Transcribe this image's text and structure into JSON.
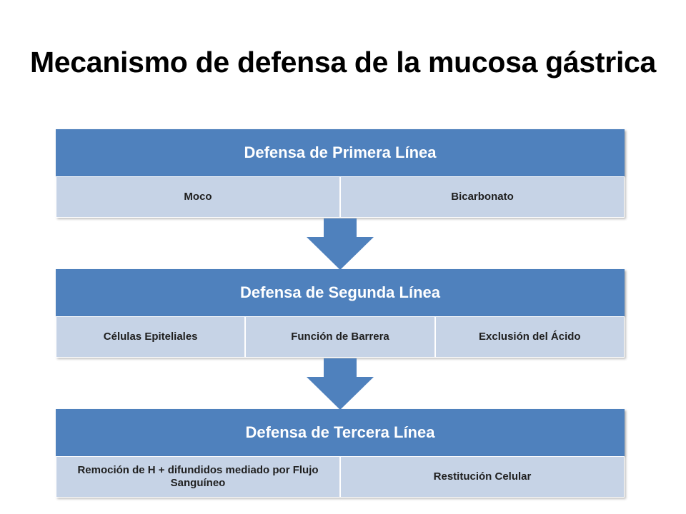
{
  "title": "Mecanismo de defensa de la mucosa gástrica",
  "colors": {
    "header": "#4f81bd",
    "cell": "#c6d3e6"
  },
  "levels": [
    {
      "heading": "Defensa de Primera Línea",
      "items": [
        "Moco",
        "Bicarbonato"
      ]
    },
    {
      "heading": "Defensa de Segunda Línea",
      "items": [
        "Células Epiteliales",
        "Función de Barrera",
        "Exclusión del  Ácido"
      ]
    },
    {
      "heading": "Defensa de Tercera Línea",
      "items": [
        "Remoción  de  H +  difundidos mediado por Flujo Sanguíneo",
        "Restitución Celular"
      ]
    }
  ]
}
